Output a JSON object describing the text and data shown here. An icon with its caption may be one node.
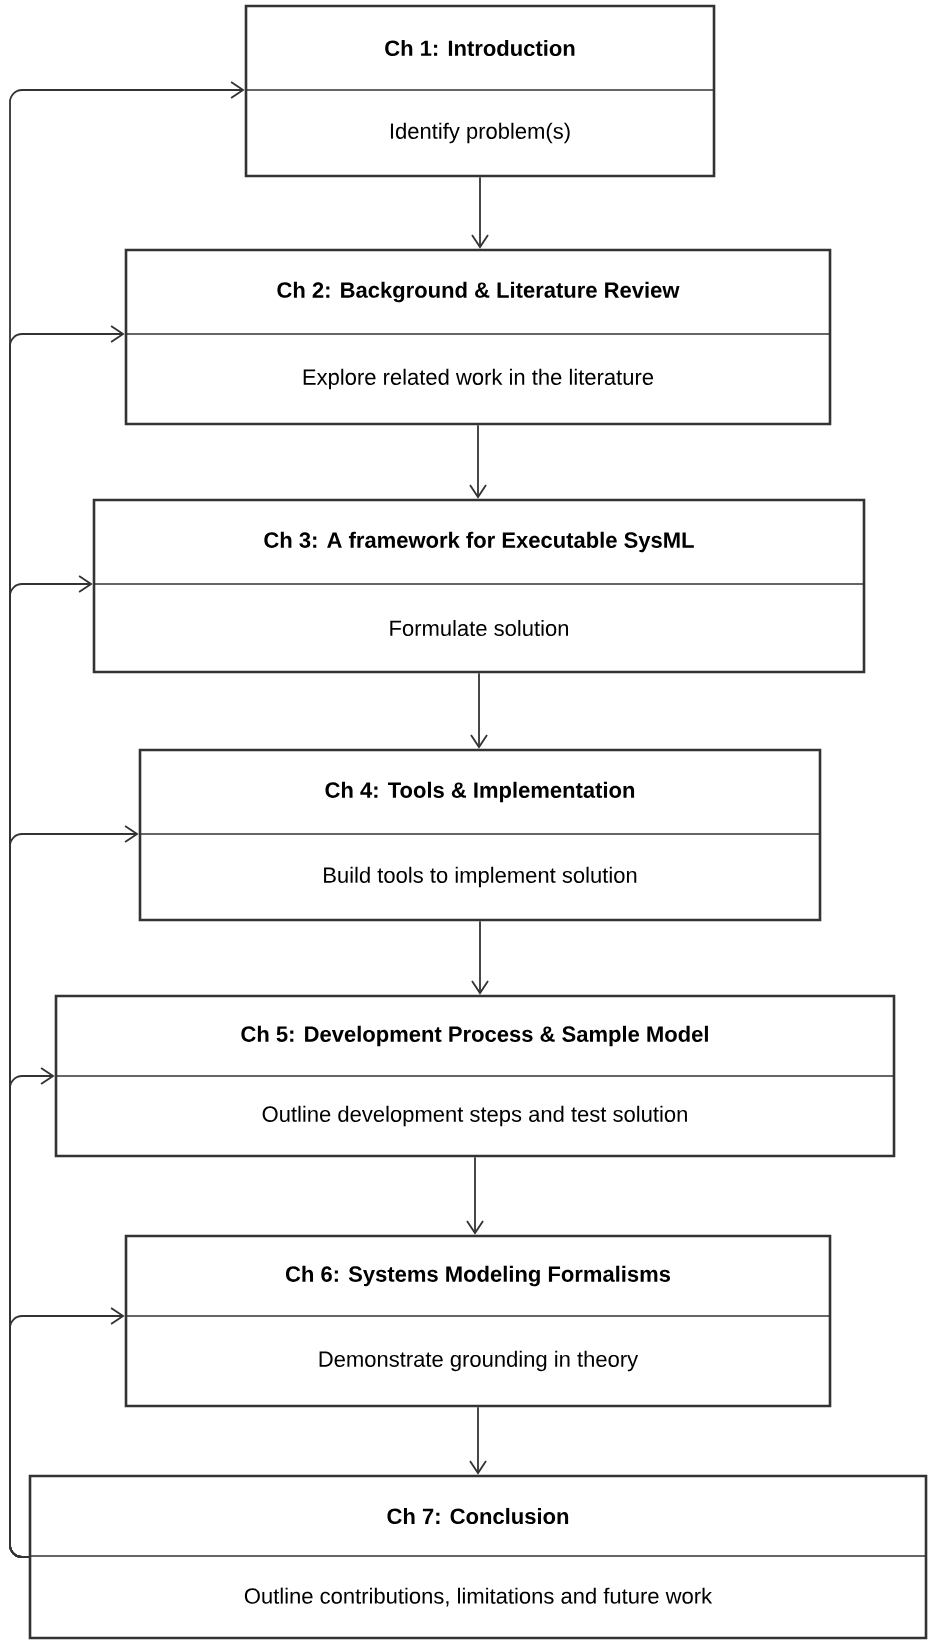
{
  "diagram": {
    "nodes": [
      {
        "text": [
          "Ch 1: Introduction",
          "Identify problem(s)"
        ]
      },
      {
        "text": [
          "Ch 2: Background & Literature Review",
          "Explore related work in the literature"
        ]
      },
      {
        "text": [
          "Ch 3: A framework for Executable SysML",
          "Formulate solution"
        ]
      },
      {
        "text": [
          "Ch 4: Tools & Implementation",
          "Build tools to implement solution"
        ]
      },
      {
        "text": [
          "Ch 5: Development Process & Sample Model",
          "Outline development steps and test solution"
        ]
      },
      {
        "text": [
          "Ch 6: Systems Modeling Formalisms",
          "Demonstrate grounding in theory"
        ]
      },
      {
        "text": [
          "Ch 7: Conclusion",
          "Outline contributions, limitations and future work"
        ]
      }
    ],
    "edges": [
      {
        "from": 0,
        "to": 1,
        "arrow": "to"
      },
      {
        "from": 1,
        "to": 2,
        "arrow": "to"
      },
      {
        "from": 2,
        "to": 3,
        "arrow": "to"
      },
      {
        "from": 3,
        "to": 4,
        "arrow": "to"
      },
      {
        "from": 4,
        "to": 5,
        "arrow": "to"
      },
      {
        "from": 5,
        "to": 6,
        "arrow": "to"
      },
      {
        "from": 6,
        "to": 0,
        "arrow": "to"
      },
      {
        "from": 6,
        "to": 1,
        "arrow": "to"
      },
      {
        "from": 6,
        "to": 2,
        "arrow": "to"
      },
      {
        "from": 6,
        "to": 3,
        "arrow": "to"
      },
      {
        "from": 6,
        "to": 4,
        "arrow": "to"
      },
      {
        "from": 6,
        "to": 5,
        "arrow": "to"
      }
    ]
  }
}
